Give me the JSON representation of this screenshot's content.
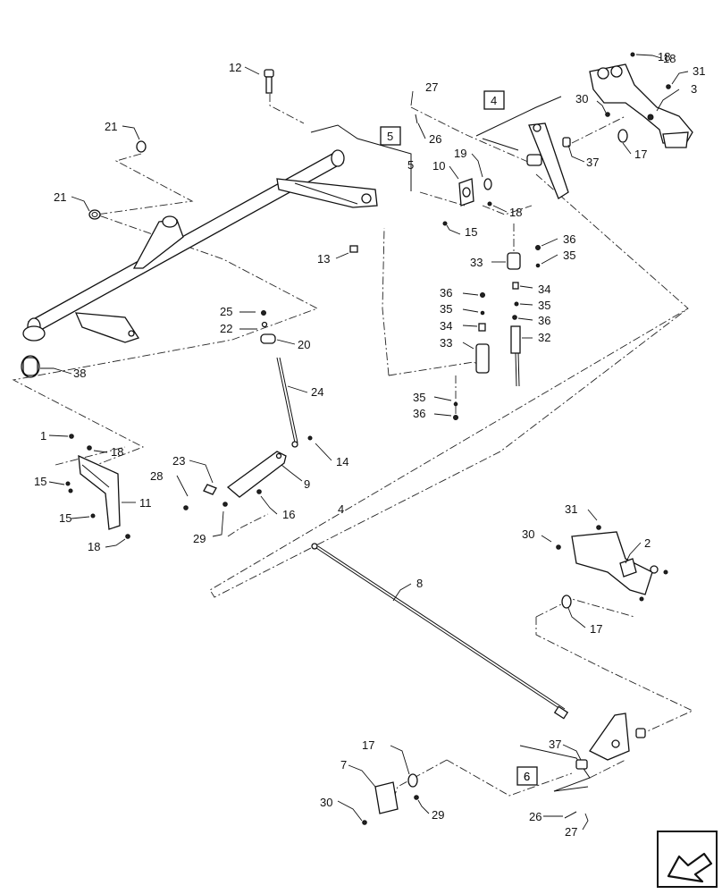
{
  "diagram": {
    "type": "exploded parts diagram",
    "callouts": [
      "1",
      "2",
      "3",
      "4",
      "5",
      "6",
      "7",
      "8",
      "9",
      "10",
      "11",
      "12",
      "13",
      "14",
      "15",
      "15",
      "15",
      "16",
      "17",
      "17",
      "17",
      "18",
      "18",
      "18",
      "18",
      "18",
      "19",
      "20",
      "21",
      "21",
      "22",
      "23",
      "24",
      "25",
      "26",
      "26",
      "27",
      "27",
      "28",
      "29",
      "29",
      "30",
      "30",
      "30",
      "31",
      "31",
      "32",
      "33",
      "33",
      "34",
      "34",
      "35",
      "35",
      "35",
      "35",
      "36",
      "36",
      "36",
      "36",
      "37",
      "37",
      "38"
    ],
    "boxed_callouts": [
      "4",
      "5",
      "6"
    ],
    "corner_icon": "arrow-direction-icon"
  }
}
